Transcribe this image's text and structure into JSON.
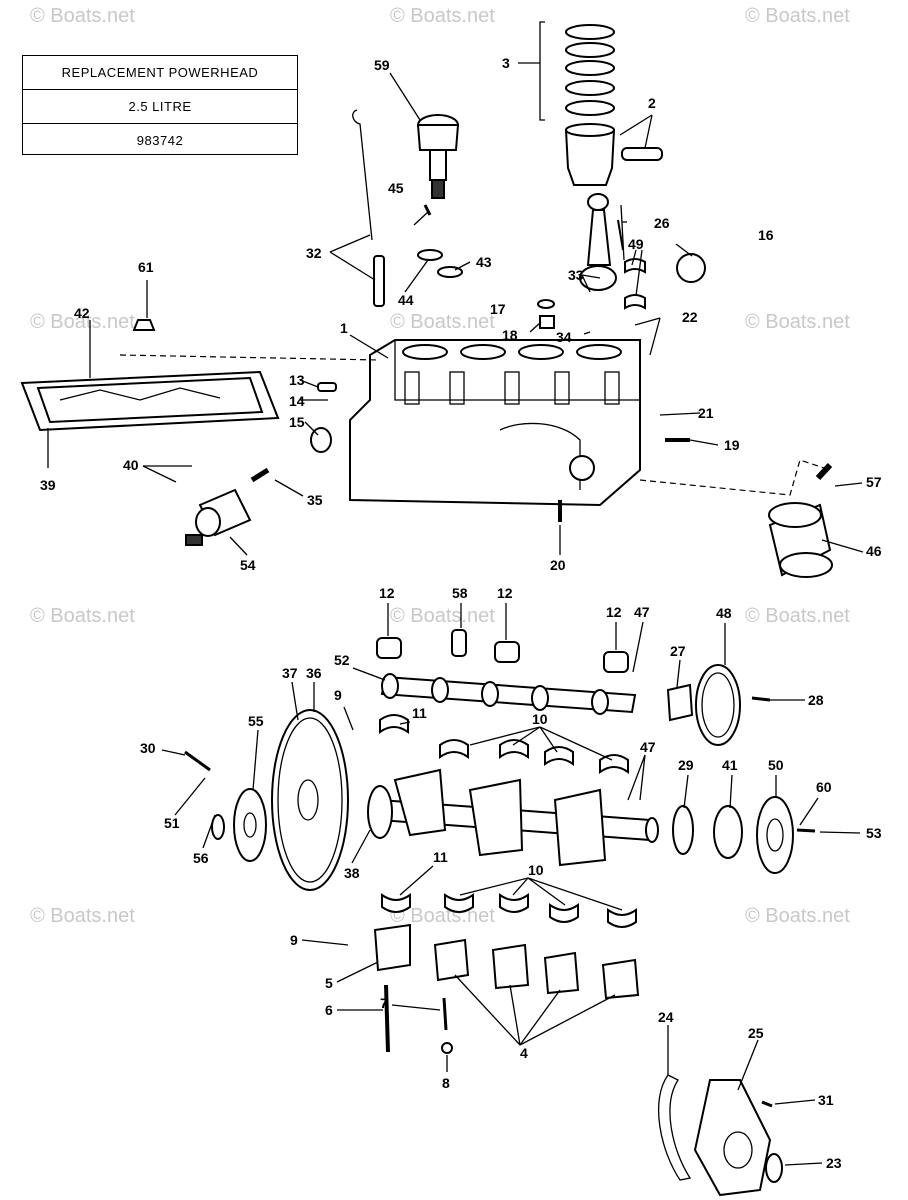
{
  "title_box": {
    "line1": "REPLACEMENT POWERHEAD",
    "line2": "2.5 LITRE",
    "line3": "983742"
  },
  "watermark": "© Boats.net",
  "callouts": {
    "c1": "1",
    "c2": "2",
    "c3": "3",
    "c4": "4",
    "c5": "5",
    "c6": "6",
    "c7": "7",
    "c8": "8",
    "c9a": "9",
    "c9b": "9",
    "c10a": "10",
    "c10b": "10",
    "c11a": "11",
    "c11b": "11",
    "c12a": "12",
    "c12b": "12",
    "c12c": "12",
    "c13": "13",
    "c14": "14",
    "c15": "15",
    "c16": "16",
    "c17": "17",
    "c18": "18",
    "c19": "19",
    "c20": "20",
    "c21": "21",
    "c22": "22",
    "c23": "23",
    "c24": "24",
    "c25": "25",
    "c26": "26",
    "c27": "27",
    "c28": "28",
    "c29": "29",
    "c30": "30",
    "c31": "31",
    "c32": "32",
    "c33": "33",
    "c34": "34",
    "c35": "35",
    "c36": "36",
    "c37": "37",
    "c38": "38",
    "c39": "39",
    "c40": "40",
    "c41": "41",
    "c42": "42",
    "c43": "43",
    "c44": "44",
    "c45": "45",
    "c46": "46",
    "c47a": "47",
    "c47b": "47",
    "c48": "48",
    "c49": "49",
    "c50": "50",
    "c51": "51",
    "c52": "52",
    "c53": "53",
    "c54": "54",
    "c55": "55",
    "c56": "56",
    "c57": "57",
    "c58": "58",
    "c59": "59",
    "c60": "60",
    "c61": "61"
  }
}
